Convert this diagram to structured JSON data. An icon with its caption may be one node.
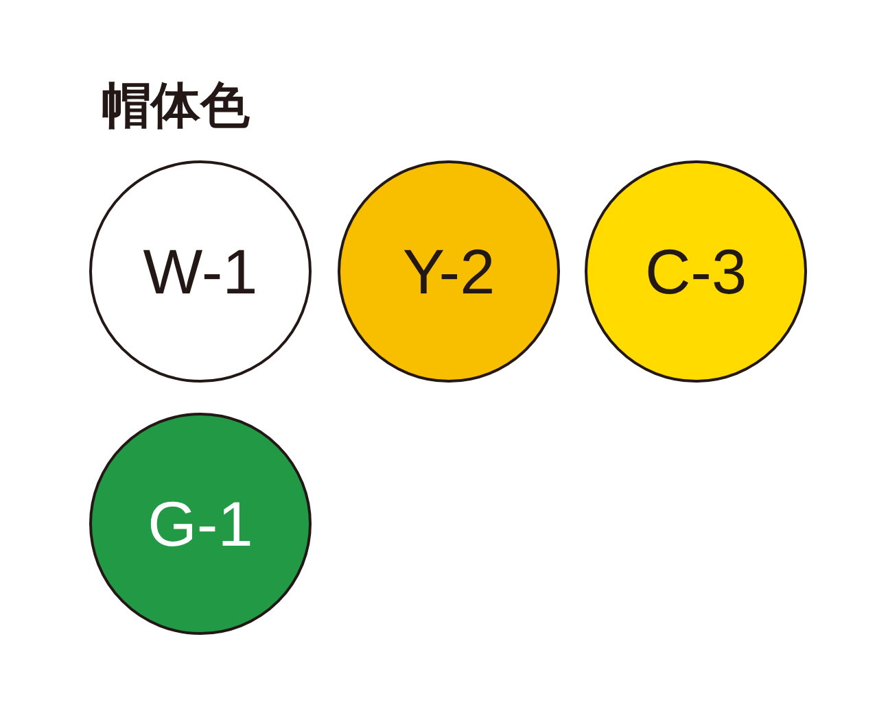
{
  "diagram": {
    "title": "帽体色",
    "nodes": [
      {
        "text": [
          "W-1"
        ]
      },
      {
        "text": [
          "Y-2"
        ]
      },
      {
        "text": [
          "C-3"
        ]
      },
      {
        "text": [
          "G-1"
        ]
      }
    ]
  }
}
